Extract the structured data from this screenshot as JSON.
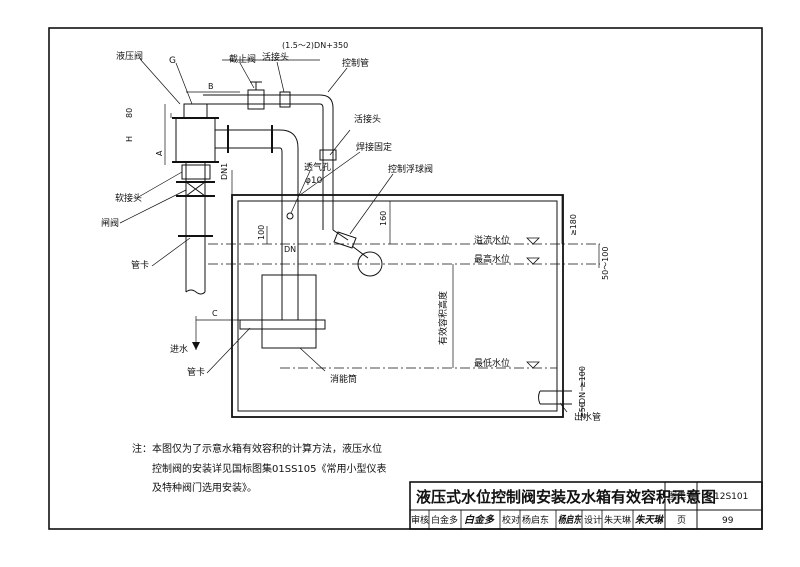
{
  "labels": {
    "hydraulic_valve": "液压阀",
    "g": "G",
    "stop_valve": "截止阀",
    "union_top": "活接头",
    "dim_top": "(1.5～2)DN+350",
    "control_pipe": "控制管",
    "union_mid": "活接头",
    "weld_fix": "焊接固定",
    "float_valve": "控制浮球阀",
    "soft_joint": "软接头",
    "gate_valve": "闸阀",
    "pipe_clamp_1": "管卡",
    "pipe_clamp_2": "管卡",
    "inlet": "进水",
    "vent_hole": "透气孔",
    "vent_dia": "φ10",
    "overflow_level": "溢流水位",
    "max_level": "最高水位",
    "min_level": "最低水位",
    "effective_height": "有效容积高度",
    "energy_dissipator": "消能筒",
    "outlet_pipe": "出水管"
  },
  "dims": {
    "b": "B",
    "c": "C",
    "a": "A",
    "d80": "80",
    "h": "H",
    "dn1": "DN1",
    "d100": "100",
    "dn": "DN",
    "d160": "160",
    "ge180": "≥180",
    "d50_100": "50～100",
    "ge100": "≥100",
    "dn_out": "DN",
    "ge50": "≥50"
  },
  "note": {
    "line1": "注：本图仅为了示意水箱有效容积的计算方法，液压水位",
    "line2": "控制阀的安装详见国标图集01SS105《常用小型仪表",
    "line3": "及特种阀门选用安装》。"
  },
  "title_block": {
    "title": "液压式水位控制阀安装及水箱有效容积示意图",
    "atlas_label": "图集号",
    "atlas_no": "12S101",
    "review_label": "审核",
    "reviewer": "白金多",
    "review_sig": "白金多",
    "check_label": "校对",
    "checker": "杨启东",
    "check_sig": "杨启东",
    "design_label": "设计",
    "designer": "朱天琳",
    "design_sig": "朱天琳",
    "page_label": "页",
    "page_no": "99"
  }
}
